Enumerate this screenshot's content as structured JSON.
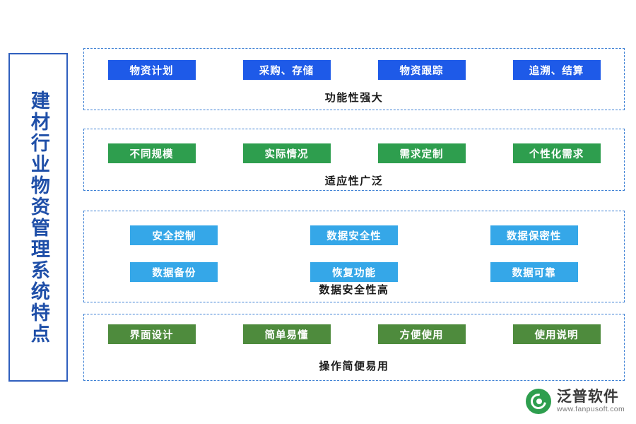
{
  "side_title": {
    "text": "建材行业物资管理系统特点",
    "color": "#1f4fa8"
  },
  "groups": [
    {
      "caption": "功能性强大",
      "color": "#1e5ae8",
      "style": "blue",
      "rows": [
        [
          "物资计划",
          "采购、存储",
          "物资跟踪",
          "追溯、结算"
        ]
      ]
    },
    {
      "caption": "适应性广泛",
      "color": "#2e9e4e",
      "style": "green",
      "rows": [
        [
          "不同规模",
          "实际情况",
          "需求定制",
          "个性化需求"
        ]
      ]
    },
    {
      "caption": "数据安全性高",
      "color": "#35a7e8",
      "style": "sky",
      "rows": [
        [
          "安全控制",
          "数据安全性",
          "数据保密性"
        ],
        [
          "数据备份",
          "恢复功能",
          "数据可靠"
        ]
      ]
    },
    {
      "caption": "操作简便易用",
      "color": "#4e8b3d",
      "style": "olive",
      "rows": [
        [
          "界面设计",
          "简单易懂",
          "方便使用",
          "使用说明"
        ]
      ]
    }
  ],
  "logo": {
    "name": "泛普软件",
    "url": "www.fanpusoft.com"
  }
}
